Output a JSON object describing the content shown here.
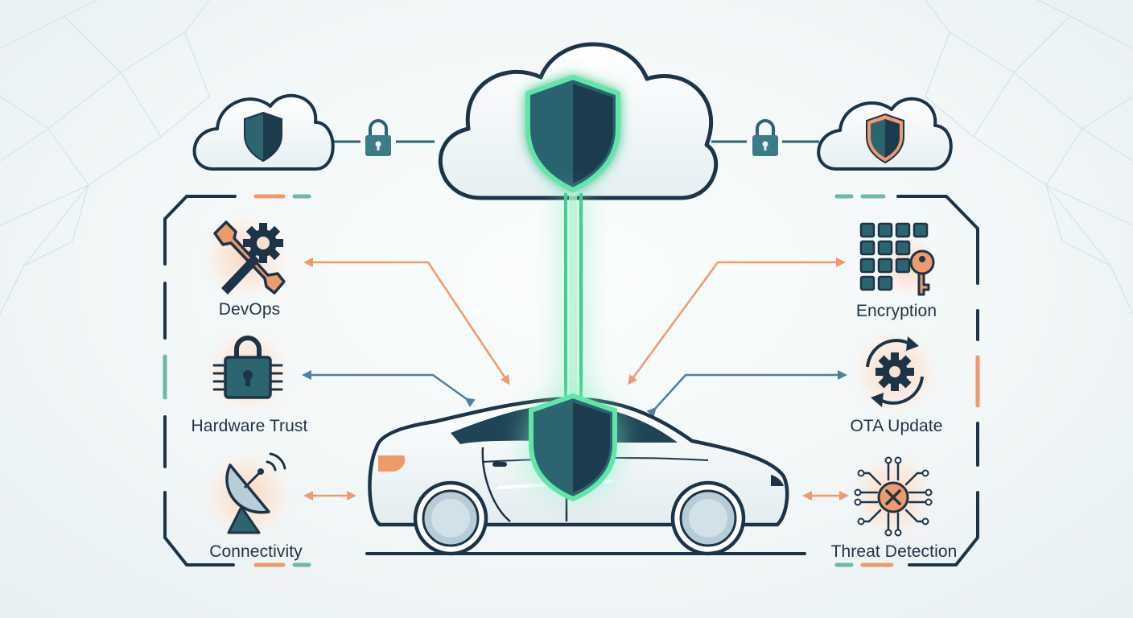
{
  "features": {
    "devops": "DevOps",
    "hardware_trust": "Hardware Trust",
    "connectivity": "Connectivity",
    "encryption": "Encryption",
    "ota_update": "OTA Update",
    "threat_detection": "Threat Detection"
  },
  "icons": {
    "main_cloud": "cloud-shield-icon",
    "left_cloud": "cloud-shield-icon",
    "right_cloud": "cloud-shield-icon",
    "link_locks": "padlock-icon",
    "car": "car-icon",
    "car_shield": "shield-icon",
    "devops": "wrench-gear-icon",
    "hardware_trust": "chip-lock-icon",
    "connectivity": "satellite-dish-icon",
    "encryption": "keypad-key-icon",
    "ota_update": "gear-cycle-icon",
    "threat_detection": "circuit-x-icon"
  },
  "colors": {
    "outline": "#1c3447",
    "teal_dark": "#2c6470",
    "teal_mid": "#3c7c86",
    "glow_green": "#4dd69a",
    "orange": "#ee9a6a",
    "blue_arrow": "#4f7fa3",
    "orange_glow": "#fbd9c5",
    "background": "#f3f7f8"
  }
}
